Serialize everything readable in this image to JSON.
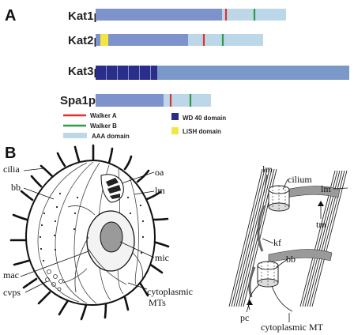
{
  "panel_a": {
    "letter": "A",
    "proteins": [
      {
        "name": "Kat1p",
        "segments": [
          {
            "domain": "aaa-mid",
            "start": 0,
            "end": 0.66
          },
          {
            "domain": "aaa-light",
            "start": 0.66,
            "end": 1.0
          }
        ],
        "markers": [
          {
            "type": "walker-a",
            "at": 0.68
          },
          {
            "type": "walker-b",
            "at": 0.83
          }
        ]
      },
      {
        "name": "Kat2p",
        "segments": [
          {
            "domain": "lish",
            "start": 0,
            "end": 0.05
          },
          {
            "domain": "aaa-mid",
            "start": 0.05,
            "end": 0.55
          },
          {
            "domain": "aaa-light",
            "start": 0.55,
            "end": 1.0
          }
        ],
        "markers": [
          {
            "type": "walker-a",
            "at": 0.58
          },
          {
            "type": "walker-b",
            "at": 0.69
          }
        ]
      },
      {
        "name": "Kat3p",
        "segments": [
          {
            "domain": "wd40",
            "start": 0,
            "end": 0.24
          },
          {
            "domain": "aaa-mid",
            "start": 0.24,
            "end": 1.0
          }
        ],
        "markers": []
      },
      {
        "name": "Spa1p",
        "segments": [
          {
            "domain": "aaa-mid",
            "start": 0,
            "end": 0.55
          },
          {
            "domain": "aaa-light",
            "start": 0.55,
            "end": 1.0
          }
        ],
        "markers": [
          {
            "type": "walker-a",
            "at": 0.61
          },
          {
            "type": "walker-b",
            "at": 0.77
          }
        ]
      }
    ],
    "legend": {
      "walker_a": "Walker A",
      "walker_b": "Walker B",
      "aaa": "AAA domain",
      "wd40": "WD 40  domain",
      "lish": "LiSH domain"
    },
    "colors": {
      "walker_a": "#e0302f",
      "walker_b": "#2f9a48",
      "aaa_light": "#bcd8e8",
      "aaa_mid": "#7e92cc",
      "kat3_body": "#7a98c8",
      "wd40": "#2a2d8a",
      "lish": "#f4e640"
    }
  },
  "panel_b": {
    "letter": "B",
    "cell_labels": {
      "cilia": "cilia",
      "bb": "bb",
      "mac": "mac",
      "cvps": "cvps",
      "oa": "oa",
      "lm": "lm",
      "mic": "mic",
      "cyto_line1": "cytoplasmic",
      "cyto_line2": "MTs"
    },
    "cortex_labels": {
      "lm_left": "lm",
      "cilium": "cilium",
      "lm_right": "lm",
      "tm": "tm",
      "kf": "kf",
      "bb": "bb",
      "pc": "pc",
      "cyto_mt": "cytoplasmic MT"
    }
  }
}
